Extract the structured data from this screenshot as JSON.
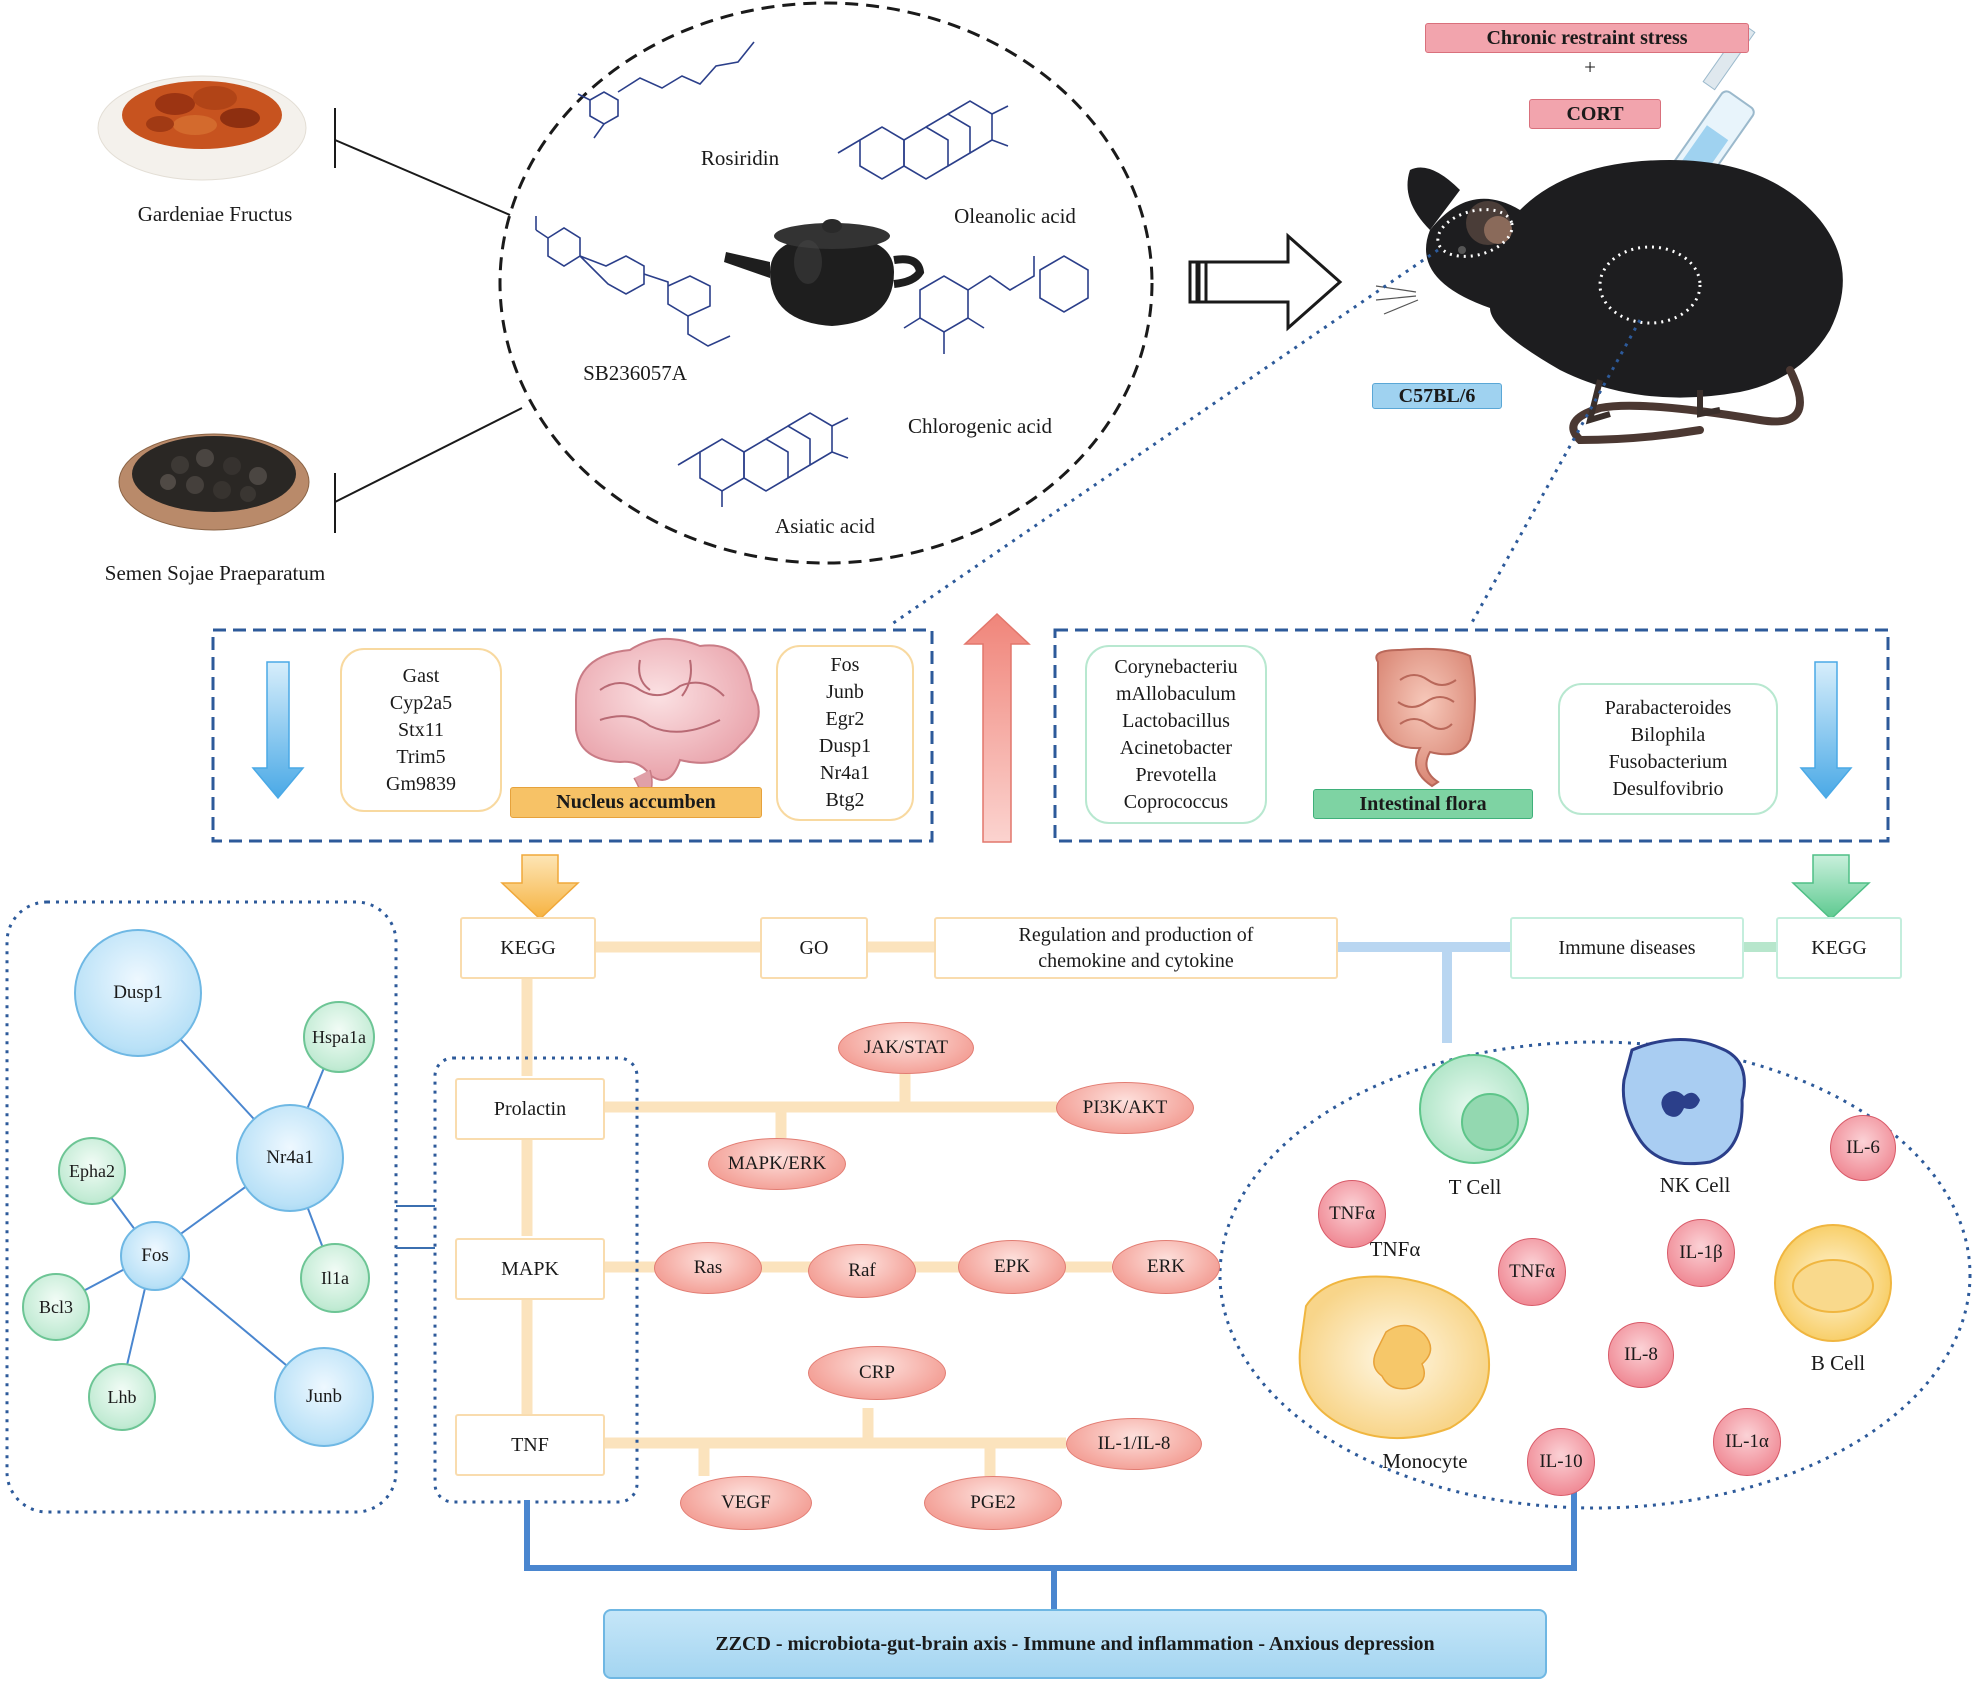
{
  "herbs": {
    "gardeniae": "Gardeniae Fructus",
    "semen": "Semen Sojae Praeparatum"
  },
  "compounds": {
    "rosiridin": "Rosiridin",
    "oleanolic": "Oleanolic acid",
    "sb": "SB236057A",
    "chlorogenic": "Chlorogenic acid",
    "asiatic": "Asiatic acid"
  },
  "mouse": {
    "stress": "Chronic restraint stress",
    "plus": "+",
    "cort": "CORT",
    "strain": "C57BL/6"
  },
  "nucleus": {
    "title": "Nucleus accumben",
    "down_genes": [
      "Gast",
      "Cyp2a5",
      "Stx11",
      "Trim5",
      "Gm9839"
    ],
    "up_genes": [
      "Fos",
      "Junb",
      "Egr2",
      "Dusp1",
      "Nr4a1",
      "Btg2"
    ]
  },
  "flora": {
    "title": "Intestinal flora",
    "up_taxa": [
      "Corynebacteriu",
      "mAllobaculum",
      "Lactobacillus",
      "Acinetobacter",
      "Prevotella",
      "Coprococcus"
    ],
    "down_taxa": [
      "Parabacteroides",
      "Bilophila",
      "Fusobacterium",
      "Desulfovibrio"
    ]
  },
  "pathways": {
    "kegg_left": "KEGG",
    "go": "GO",
    "regulation_line1": "Regulation and production of",
    "regulation_line2": "chemokine and cytokine",
    "immune": "Immune diseases",
    "kegg_right": "KEGG",
    "prolactin": "Prolactin",
    "mapk": "MAPK",
    "tnf": "TNF"
  },
  "signals": {
    "jak": "JAK/STAT",
    "pi3k": "PI3K/AKT",
    "mapk_erk": "MAPK/ERK",
    "ras": "Ras",
    "raf": "Raf",
    "epk": "EPK",
    "erk": "ERK",
    "crp": "CRP",
    "il1il8": "IL-1/IL-8",
    "vegf": "VEGF",
    "pge2": "PGE2"
  },
  "network": {
    "dusp1": "Dusp1",
    "hspa1a": "Hspa1a",
    "nr4a1": "Nr4a1",
    "epha2": "Epha2",
    "fos": "Fos",
    "il1a": "Il1a",
    "bcl3": "Bcl3",
    "lhb": "Lhb",
    "junb": "Junb"
  },
  "immune_cells": {
    "tcell": "T Cell",
    "nkcell": "NK Cell",
    "bcell": "B Cell",
    "monocyte": "Monocyte",
    "tnfa_label": "TNFα",
    "tnfa1": "TNFα",
    "tnfa2": "TNFα",
    "il6": "IL-6",
    "il1b": "IL-1β",
    "il8": "IL-8",
    "il10": "IL-10",
    "il1alpha": "IL-1α"
  },
  "footer": "ZZCD - microbiota-gut-brain axis - Immune and inflammation - Anxious depression",
  "colors": {
    "pink": "#f2a4ad",
    "light_blue": "#9fd2f0",
    "orange": "#f7c266",
    "green": "#7ed3a3",
    "dashed_blue": "#2d5a9a",
    "pathway_line": "#fbe3bd",
    "bottom_line": "#4a86cf"
  }
}
